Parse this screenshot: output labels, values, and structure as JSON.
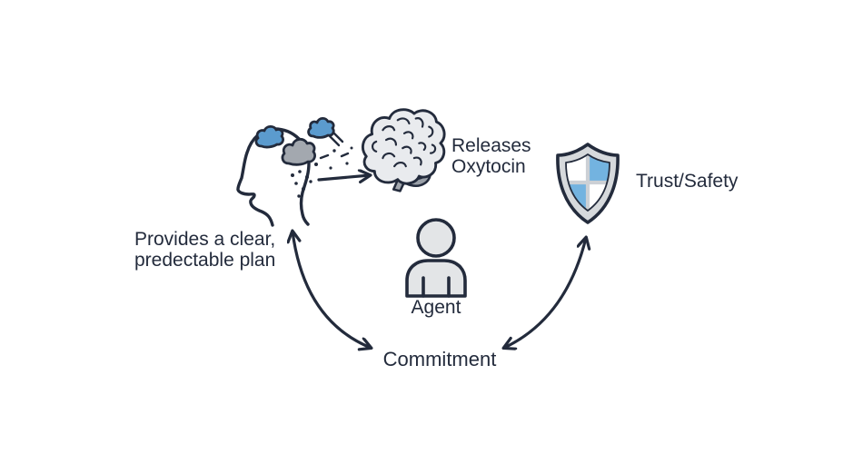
{
  "diagram": {
    "title": "Agent commitment trust loop diagram",
    "background": "#ffffff",
    "colors": {
      "ink": "#232b3c",
      "cloud_blue": "#5b9bce",
      "shield_blue": "#73b3e0",
      "cloud_gray": "#a3a8af",
      "dark_gray": "#9aa0a8",
      "brain_fill": "#e9ebee",
      "silver": "#d6d9dc",
      "cross_silver": "#ccd0d5",
      "person_fill": "#e3e5e7",
      "background": "#ffffff"
    },
    "icons": {
      "head": "head-with-storm-clouds-icon",
      "transfer": "cloud-release-arrow-icon",
      "brain": "brain-icon",
      "shield": "trust-shield-icon",
      "agent": "person-icon",
      "left_link": "double-headed-curved-arrow",
      "right_link": "double-headed-curved-arrow"
    },
    "labels": {
      "releases_line1": "Releases",
      "releases_line2": "Oxytocin",
      "trust_safety": "Trust/Safety",
      "provides_line1": "Provides a clear,",
      "provides_line2": "predectable plan",
      "agent": "Agent",
      "commitment": "Commitment"
    }
  }
}
